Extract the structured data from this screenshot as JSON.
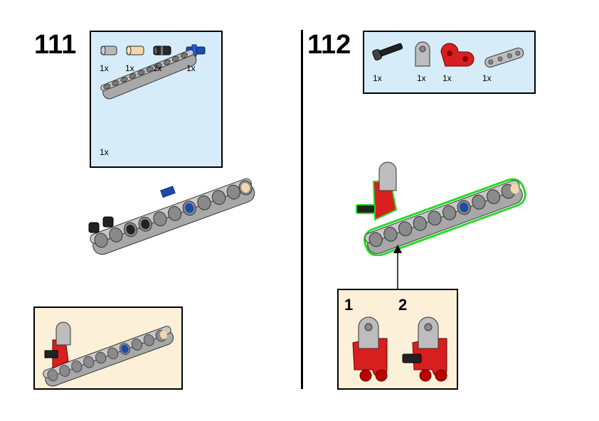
{
  "step111": {
    "number": "111",
    "parts": [
      {
        "name": "gray-pin",
        "qty": "1x"
      },
      {
        "name": "tan-axle-pin",
        "qty": "1x"
      },
      {
        "name": "black-pin",
        "qty": "2x"
      },
      {
        "name": "blue-axle-pin",
        "qty": "1x"
      },
      {
        "name": "gray-beam-11",
        "qty": "1x"
      }
    ]
  },
  "step112": {
    "number": "112",
    "parts": [
      {
        "name": "black-axle",
        "qty": "1x"
      },
      {
        "name": "gray-connector",
        "qty": "1x"
      },
      {
        "name": "red-connector",
        "qty": "1x"
      },
      {
        "name": "gray-thin-beam",
        "qty": "1x"
      }
    ],
    "substeps": [
      "1",
      "2"
    ]
  },
  "colors": {
    "parts_bg": "#d6ecf9",
    "sub_bg": "#fcf0d8",
    "beam_gray": "#a8a8a8",
    "red": "#d81f1f",
    "blue": "#1e4ba8",
    "tan": "#f2d8a8",
    "highlight": "#22dd22"
  }
}
